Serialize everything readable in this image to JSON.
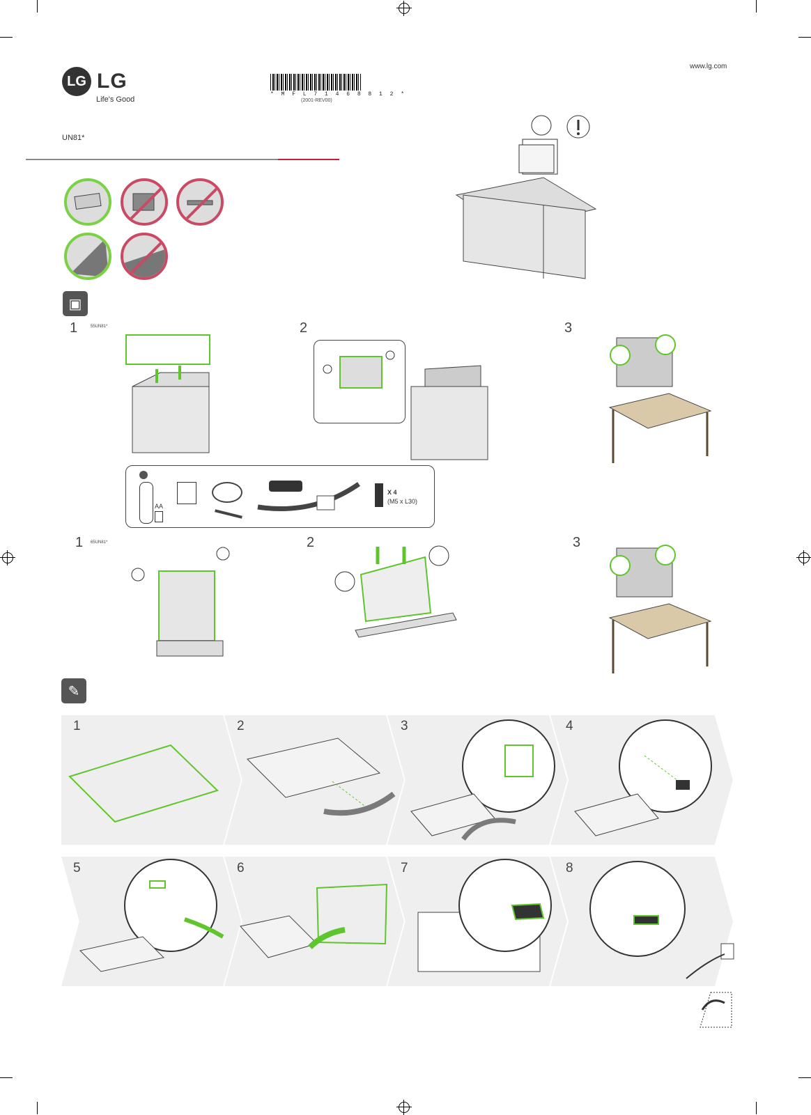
{
  "header": {
    "logo_mark": "LG",
    "logo_word": "LG",
    "tagline": "Life's Good",
    "model": "UN81*",
    "url": "www.lg.com",
    "barcode_text": "* M F L 7 1 4 6 8 8 1 2 *",
    "revision": "(2001-REV00)"
  },
  "unboxing": {
    "variant_a_label": "55UN81*",
    "variant_b_label": "65UN81*",
    "steps": [
      "1",
      "2",
      "3"
    ]
  },
  "accessories": {
    "battery_label": "AA",
    "screw_qty": "X 4",
    "screw_spec": "(M5 x L30)"
  },
  "assembly": {
    "steps": [
      "1",
      "2",
      "3",
      "4",
      "5",
      "6",
      "7",
      "8"
    ]
  },
  "colors": {
    "accent_green": "#5fc52c",
    "prohibit_red": "#c94a64",
    "brand_red": "#c41e3a"
  }
}
